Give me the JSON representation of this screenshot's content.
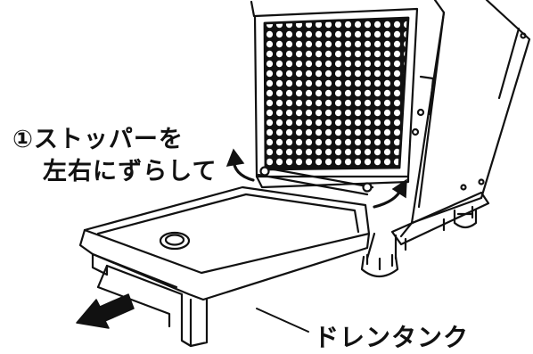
{
  "annotations": {
    "step_line1": "①ストッパーを",
    "step_line2": "左右にずらして",
    "drain_tank": "ドレンタンク"
  },
  "colors": {
    "line": "#111111",
    "background": "#ffffff"
  },
  "icons": [
    "rotate-arrow-left-icon",
    "rotate-arrow-right-icon",
    "pull-out-arrow-icon"
  ]
}
